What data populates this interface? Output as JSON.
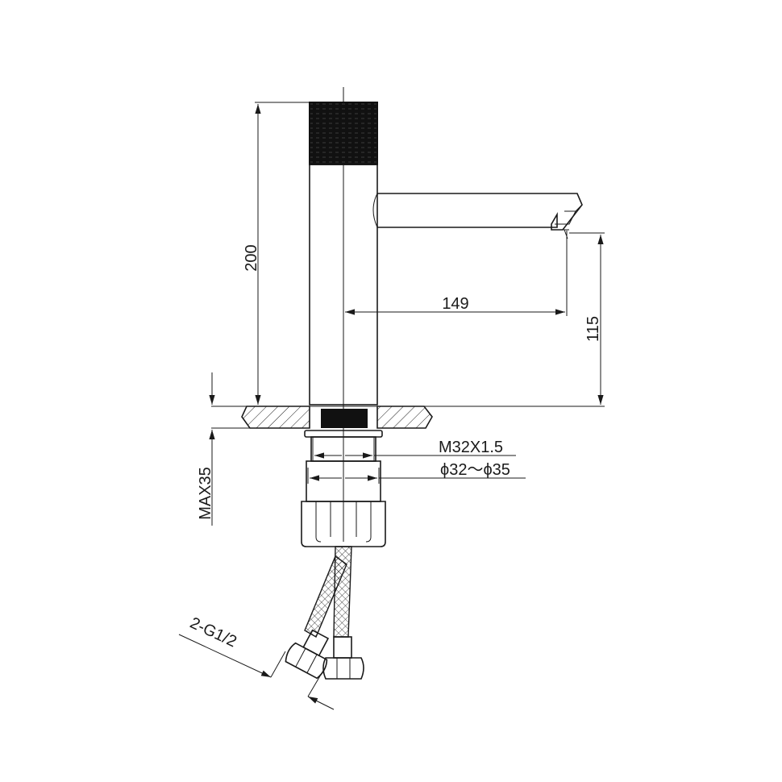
{
  "dimensions": {
    "height_total": "200",
    "spout_reach": "149",
    "spout_height": "115",
    "max_deck_thickness": "MAX35",
    "thread": "M32X1.5",
    "hole_diameter": "ϕ32～ϕ35",
    "hose_connection": "2-G1/2"
  },
  "colors": {
    "line": "#1a1a1a",
    "handle": "#111111",
    "background": "#ffffff"
  }
}
